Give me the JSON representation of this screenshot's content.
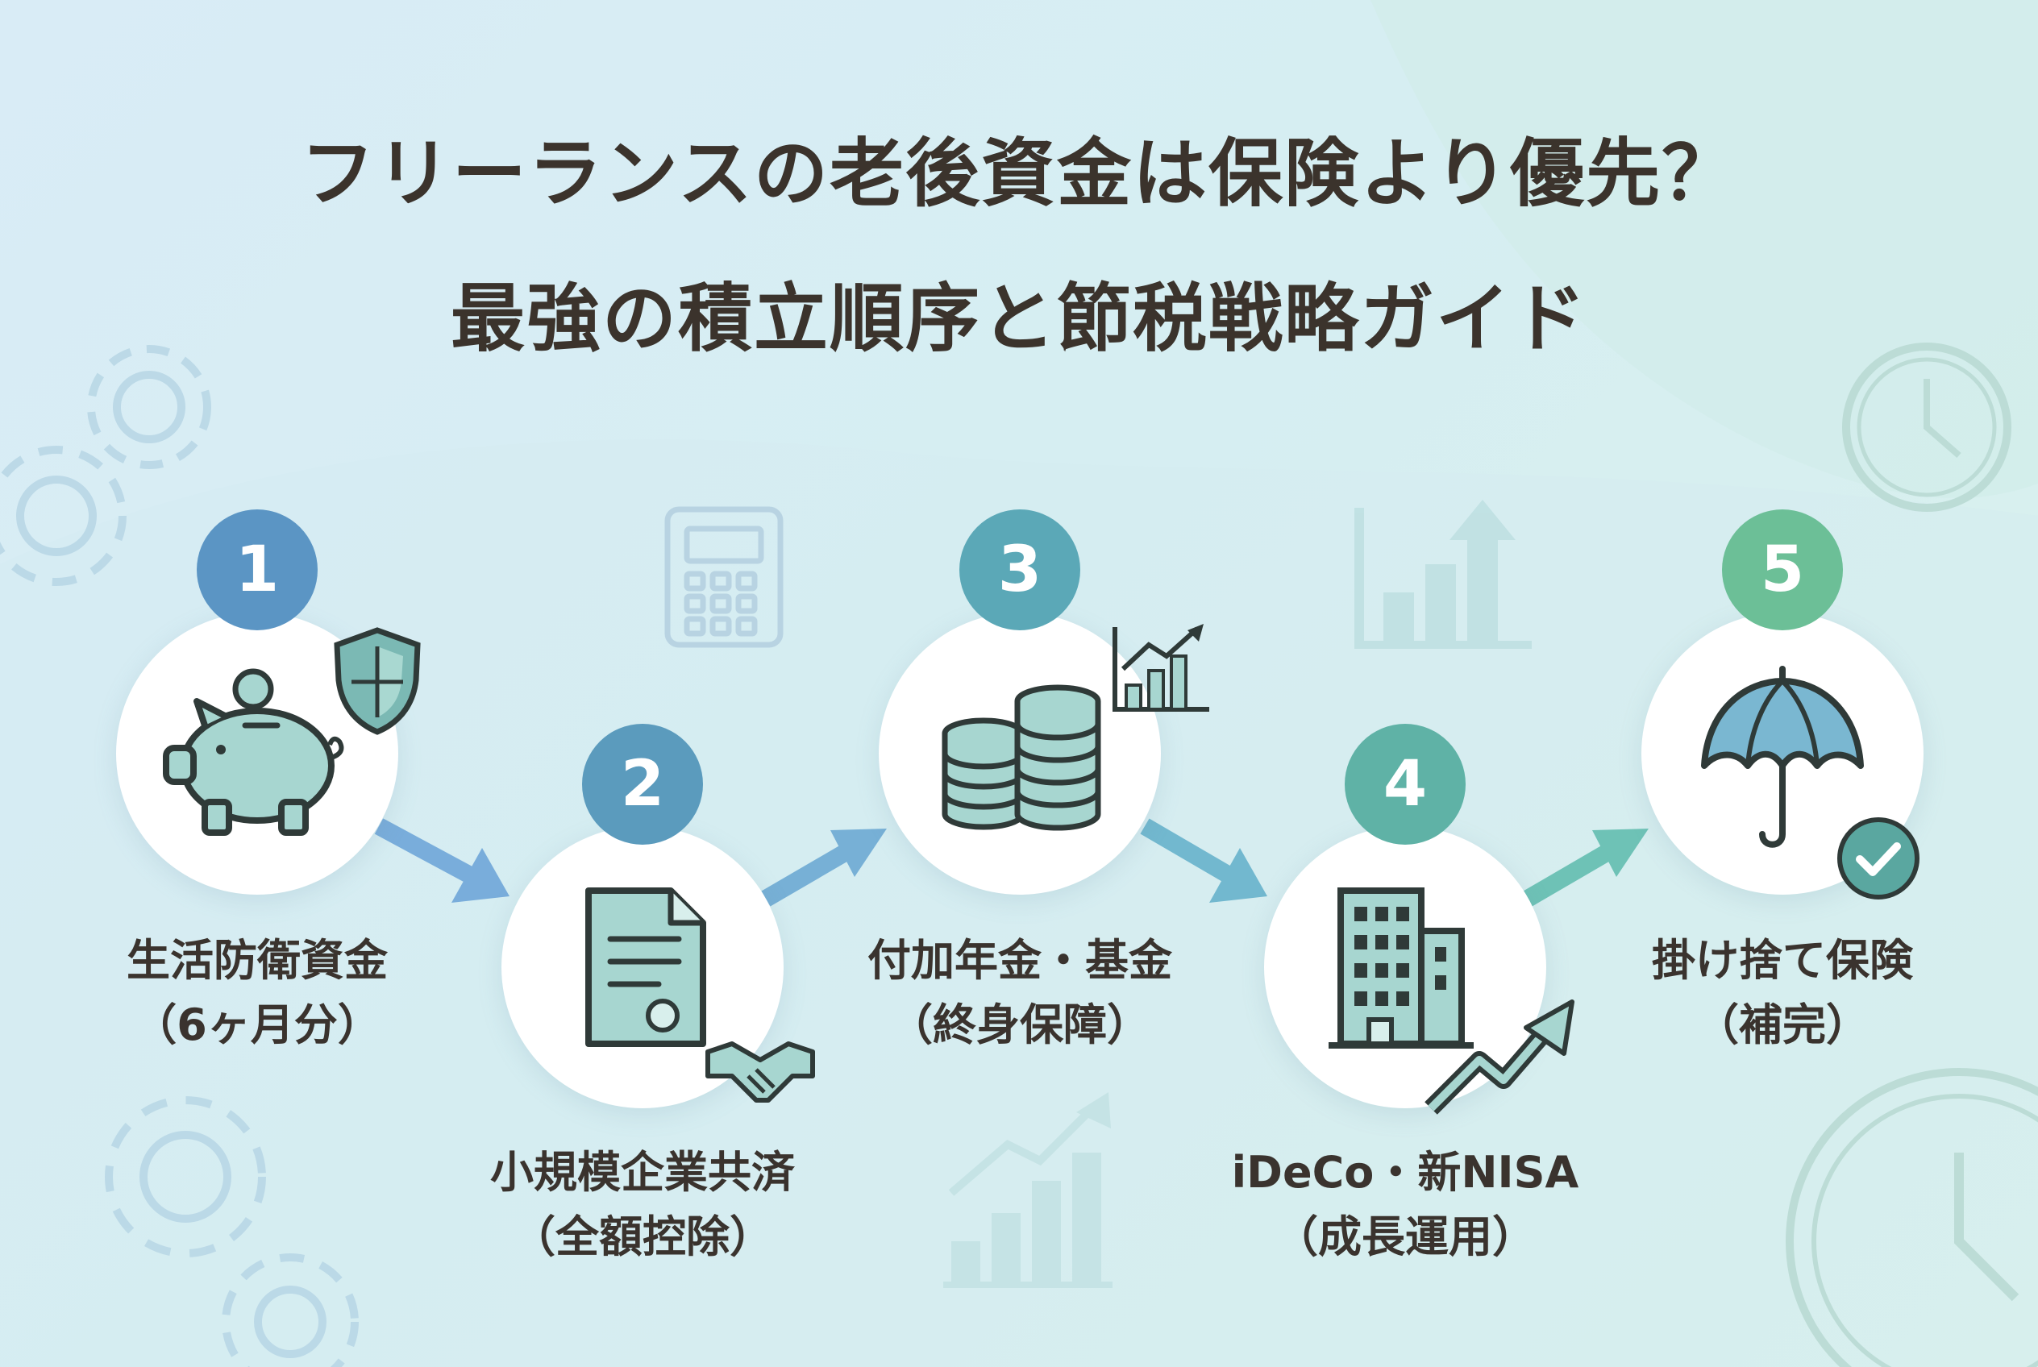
{
  "title": {
    "line1": "フリーランスの老後資金は保険より優先？",
    "line2": "最強の積立順序と節税戦略ガイド"
  },
  "steps": [
    {
      "number": "1",
      "name": "生活防衛資金",
      "sub": "（6ヶ月分）",
      "icon": "piggy-bank-icon",
      "badge_color": "#5b95c4"
    },
    {
      "number": "2",
      "name": "小規模企業共済",
      "sub": "（全額控除）",
      "icon": "document-icon",
      "badge_color": "#5b9bbd"
    },
    {
      "number": "3",
      "name": "付加年金・基金",
      "sub": "（終身保障）",
      "icon": "coin-stack-icon",
      "badge_color": "#5ba8b7"
    },
    {
      "number": "4",
      "name": "iDeCo・新NISA",
      "sub": "（成長運用）",
      "icon": "building-icon",
      "badge_color": "#5fb2a6"
    },
    {
      "number": "5",
      "name": "掛け捨て保険",
      "sub": "（補完）",
      "icon": "umbrella-icon",
      "badge_color": "#6cbf97"
    }
  ],
  "colors": {
    "icon_fill": "#a7d6d0",
    "icon_stroke": "#2f3a38",
    "arrow_blue": "#6fa6d4",
    "arrow_teal": "#6ec2b8"
  }
}
